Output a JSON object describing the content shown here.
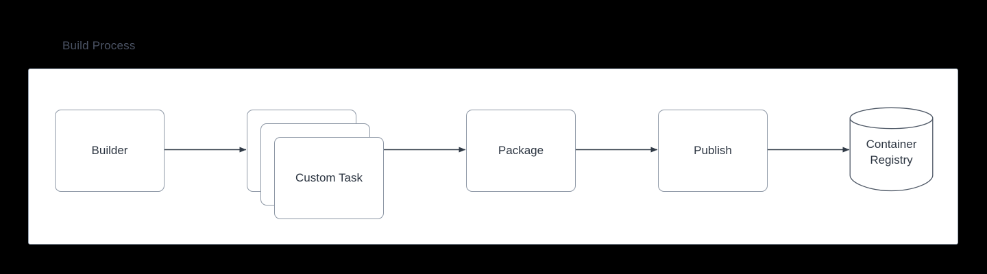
{
  "diagram": {
    "title": "Build Process",
    "title_color": "#4b5364",
    "background_color": "#000000",
    "panel_background": "#ffffff",
    "panel_border_color": "#9aa6b4",
    "node_border_color": "#8d97a5",
    "node_text_color": "#2b3440",
    "edge_color": "#313b47",
    "nodes": [
      {
        "id": "builder",
        "label": "Builder",
        "shape": "rounded-rect"
      },
      {
        "id": "custom-task",
        "label": "Custom Task",
        "shape": "stacked-rounded-rect",
        "stack_count": 3
      },
      {
        "id": "package",
        "label": "Package",
        "shape": "rounded-rect"
      },
      {
        "id": "publish",
        "label": "Publish",
        "shape": "rounded-rect"
      },
      {
        "id": "container-registry",
        "label_line1": "Container",
        "label_line2": "Registry",
        "shape": "cylinder"
      }
    ],
    "edges": [
      {
        "from": "builder",
        "to": "custom-task"
      },
      {
        "from": "custom-task",
        "to": "package"
      },
      {
        "from": "package",
        "to": "publish"
      },
      {
        "from": "publish",
        "to": "container-registry"
      }
    ]
  }
}
